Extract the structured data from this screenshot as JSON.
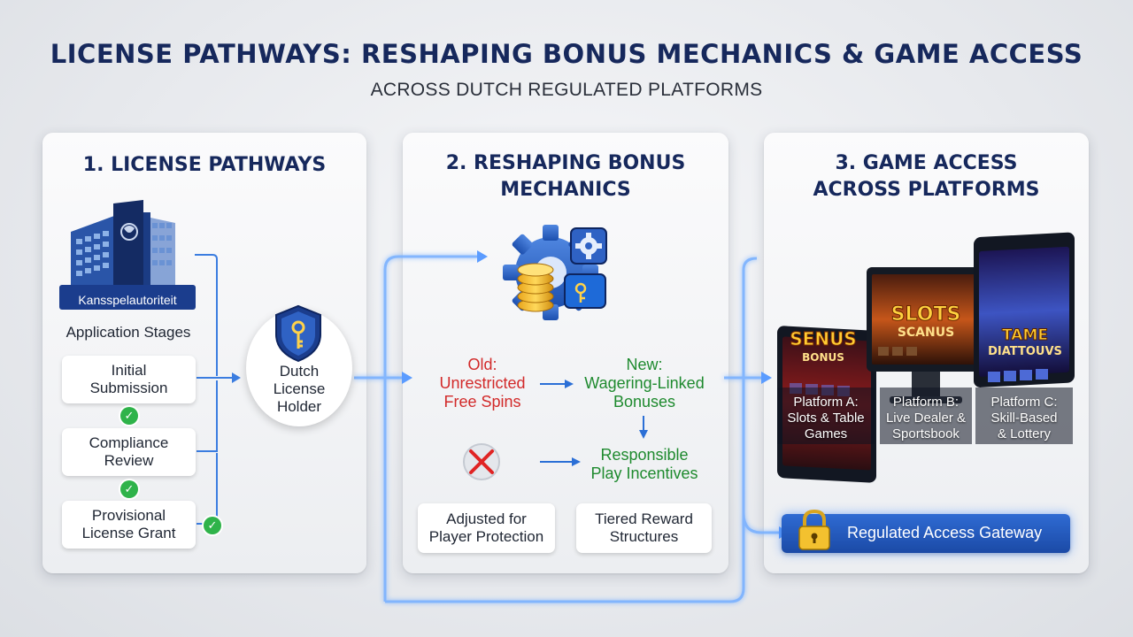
{
  "header": {
    "title": "LICENSE PATHWAYS: RESHAPING BONUS MECHANICS & GAME ACCESS",
    "subtitle": "ACROSS DUTCH REGULATED PLATFORMS"
  },
  "panel1": {
    "heading": "1. LICENSE PATHWAYS",
    "building_sign": "Kansspelautoriteit",
    "stages_label": "Application Stages",
    "stages": [
      {
        "line1": "Initial",
        "line2": "Submission"
      },
      {
        "line1": "Compliance",
        "line2": "Review"
      },
      {
        "line1": "Provisional",
        "line2": "License Grant"
      }
    ],
    "holder": {
      "line1": "Dutch",
      "line2": "License",
      "line3": "Holder"
    }
  },
  "panel2": {
    "heading_line1": "2. RESHAPING BONUS",
    "heading_line2": "MECHANICS",
    "old": {
      "line1": "Old:",
      "line2": "Unrestricted",
      "line3": "Free Spins"
    },
    "new": {
      "line1": "New:",
      "line2": "Wagering-Linked",
      "line3": "Bonuses"
    },
    "responsible": {
      "line1": "Responsible",
      "line2": "Play Incentives"
    },
    "card_adjusted": {
      "line1": "Adjusted for",
      "line2": "Player Protection"
    },
    "card_tiered": {
      "line1": "Tiered Reward",
      "line2": "Structures"
    }
  },
  "panel3": {
    "heading_line1": "3. GAME ACCESS",
    "heading_line2": "ACROSS PLATFORMS",
    "platforms": [
      {
        "name": "Platform A:",
        "desc1": "Slots & Table",
        "desc2": "Games",
        "screen_text1": "SENUS",
        "screen_text2": "BONUS"
      },
      {
        "name": "Platform B:",
        "desc1": "Live Dealer &",
        "desc2": "Sportsbook",
        "screen_text1": "SLOTS",
        "screen_text2": "SCANUS"
      },
      {
        "name": "Platform C:",
        "desc1": "Skill-Based",
        "desc2": "& Lottery",
        "screen_text1": "TAME",
        "screen_text2": "DIATTOUVS"
      }
    ],
    "gateway": "Regulated Access Gateway"
  },
  "colors": {
    "navy": "#16285c",
    "old_red": "#d22a2a",
    "new_green": "#1e8a2e",
    "glow_blue": "#6aa8ff",
    "check_green": "#2fb34a"
  }
}
